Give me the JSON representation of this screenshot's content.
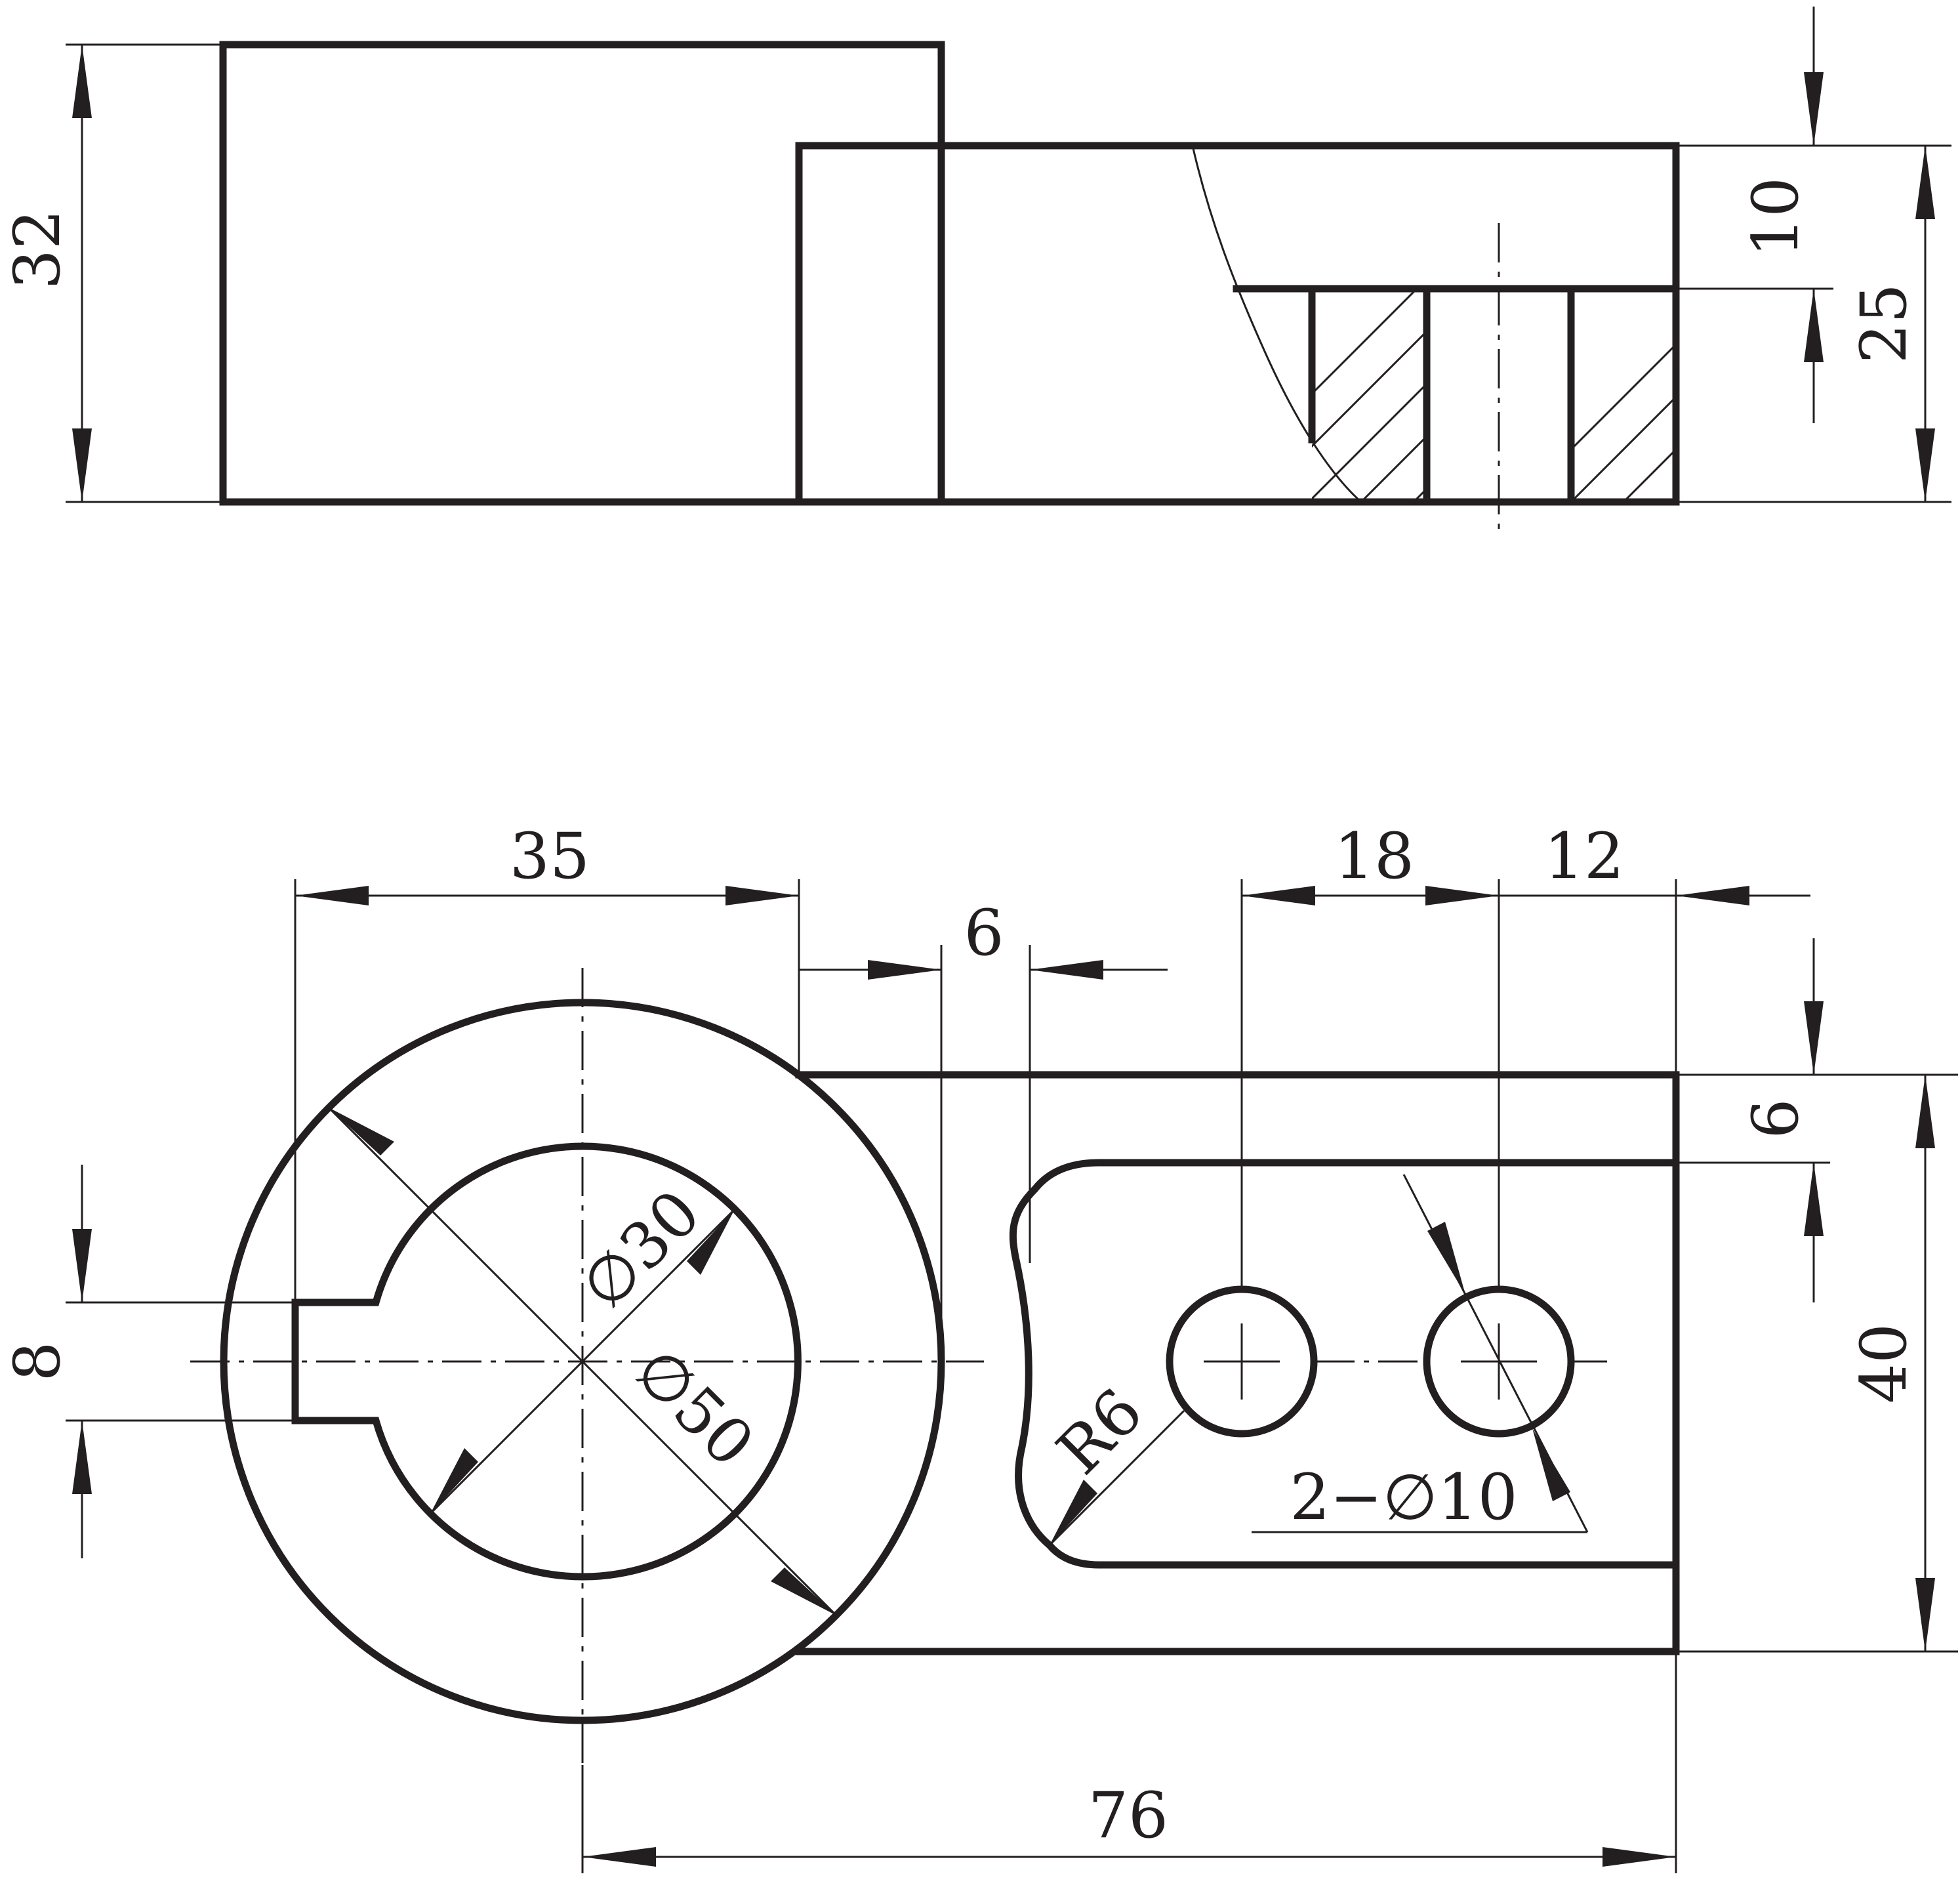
{
  "dimensions": {
    "d32": "32",
    "d10": "10",
    "d25": "25",
    "d35": "35",
    "d6_top": "6",
    "d18": "18",
    "d12": "12",
    "d6_right": "6",
    "d40": "40",
    "d8": "8",
    "d76": "76",
    "phi30": "∅30",
    "phi50": "∅50",
    "r6": "R6",
    "holes": "2−∅10"
  },
  "colors": {
    "ink": "#231f20",
    "paper": "#ffffff"
  }
}
